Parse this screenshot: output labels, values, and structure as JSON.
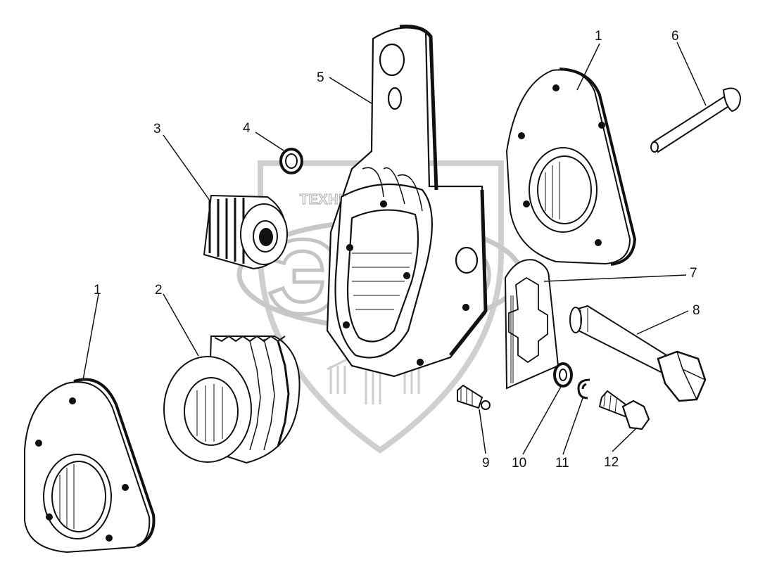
{
  "diagram": {
    "watermark": {
      "brand_text": "ТЕХНИКА И ЗАПЧАСТИ",
      "logo_letters": "ЭТФ",
      "color": "#c4c4c4"
    },
    "line_color": "#111111",
    "parts": [
      {
        "id": "1a",
        "label": "1"
      },
      {
        "id": "1b",
        "label": "1"
      },
      {
        "id": "2",
        "label": "2"
      },
      {
        "id": "3",
        "label": "3"
      },
      {
        "id": "4",
        "label": "4"
      },
      {
        "id": "5",
        "label": "5"
      },
      {
        "id": "6",
        "label": "6"
      },
      {
        "id": "7",
        "label": "7"
      },
      {
        "id": "8",
        "label": "8"
      },
      {
        "id": "9",
        "label": "9"
      },
      {
        "id": "10",
        "label": "10"
      },
      {
        "id": "11",
        "label": "11"
      },
      {
        "id": "12",
        "label": "12"
      }
    ]
  }
}
